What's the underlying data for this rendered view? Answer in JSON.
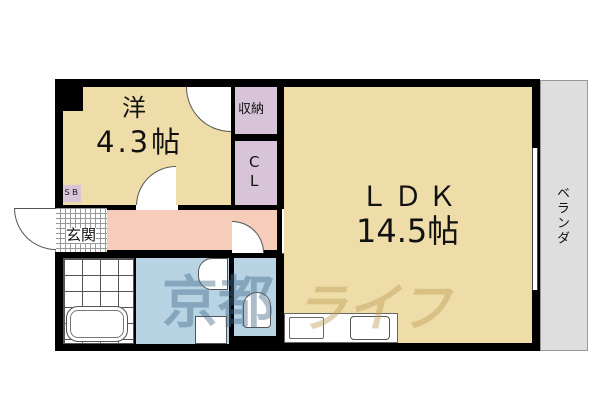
{
  "floorplan": {
    "rooms": {
      "western_room": {
        "label": "洋",
        "size": "4.3帖",
        "color": "#EEDDA8"
      },
      "storage": {
        "label": "収納",
        "color": "#D8C4D8"
      },
      "closet": {
        "label_line1": "C",
        "label_line2": "L",
        "color": "#D8C4D8"
      },
      "shoe_box": {
        "label": "ＳＢ",
        "color": "#D8C4D8"
      },
      "entrance": {
        "label": "玄関"
      },
      "hallway": {
        "color": "#F6CDBB"
      },
      "ldk": {
        "label": "ＬＤＫ",
        "size": "14.5帖",
        "color": "#EEDDA8"
      },
      "veranda": {
        "label": "ベランダ",
        "color": "#DEDEDE"
      },
      "washroom": {
        "color": "#B8D4E4"
      },
      "toilet": {
        "color": "#B8D4E4"
      },
      "bathroom": {
        "color": "#FFFFFF"
      }
    },
    "watermark": {
      "part1": "京都",
      "part2": "ライフ"
    }
  }
}
